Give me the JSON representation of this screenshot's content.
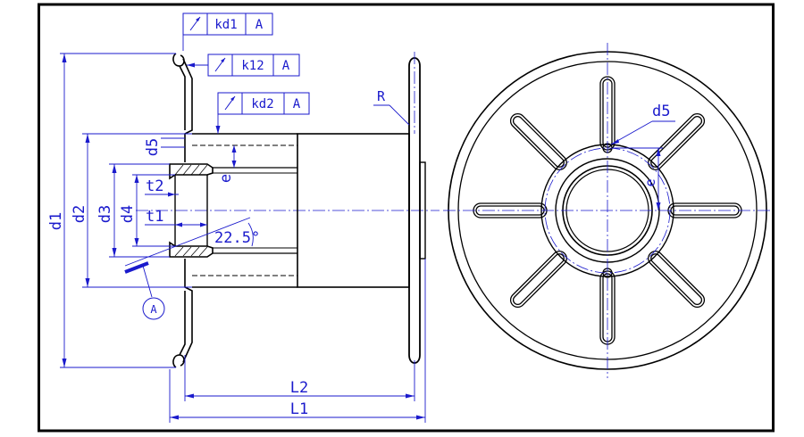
{
  "drawing": {
    "colors": {
      "outline": "#000000",
      "annotation": "#1a1acc",
      "background": "#ffffff"
    },
    "tolerance_frames": [
      {
        "symbol": "circular-runout",
        "value": "kd1",
        "datum": "A"
      },
      {
        "symbol": "circular-runout",
        "value": "k12",
        "datum": "A"
      },
      {
        "symbol": "circular-runout",
        "value": "kd2",
        "datum": "A"
      }
    ],
    "dimensions": {
      "d1": "d1",
      "d2": "d2",
      "d3": "d3",
      "d4": "d4",
      "d5": "d5",
      "t1": "t1",
      "t2": "t2",
      "e": "e",
      "angle": "22.5°",
      "radius": "R",
      "L1": "L1",
      "L2": "L2"
    },
    "datum_label": "A",
    "end_view": {
      "d5": "d5",
      "e": "e"
    }
  }
}
